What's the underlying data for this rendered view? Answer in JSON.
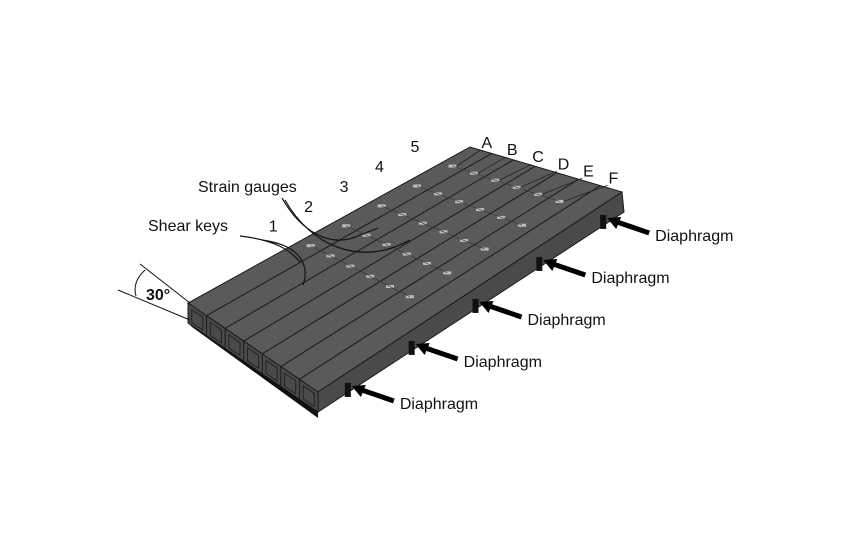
{
  "labels": {
    "strain_gauges": "Strain gauges",
    "shear_keys": "Shear keys",
    "angle": "30°",
    "diaphragm": "Diaphragm"
  },
  "gauge_rows": [
    "1",
    "2",
    "3",
    "4",
    "5"
  ],
  "gauge_columns": [
    "A",
    "B",
    "C",
    "D",
    "E",
    "F"
  ],
  "diaphragm_count": 5,
  "box_beam_count": 7,
  "colors": {
    "slab_top": "#5a5a5a",
    "slab_side": "#4a4a4a",
    "line": "#1a1a1a",
    "gauge": "#bdbdbd"
  }
}
